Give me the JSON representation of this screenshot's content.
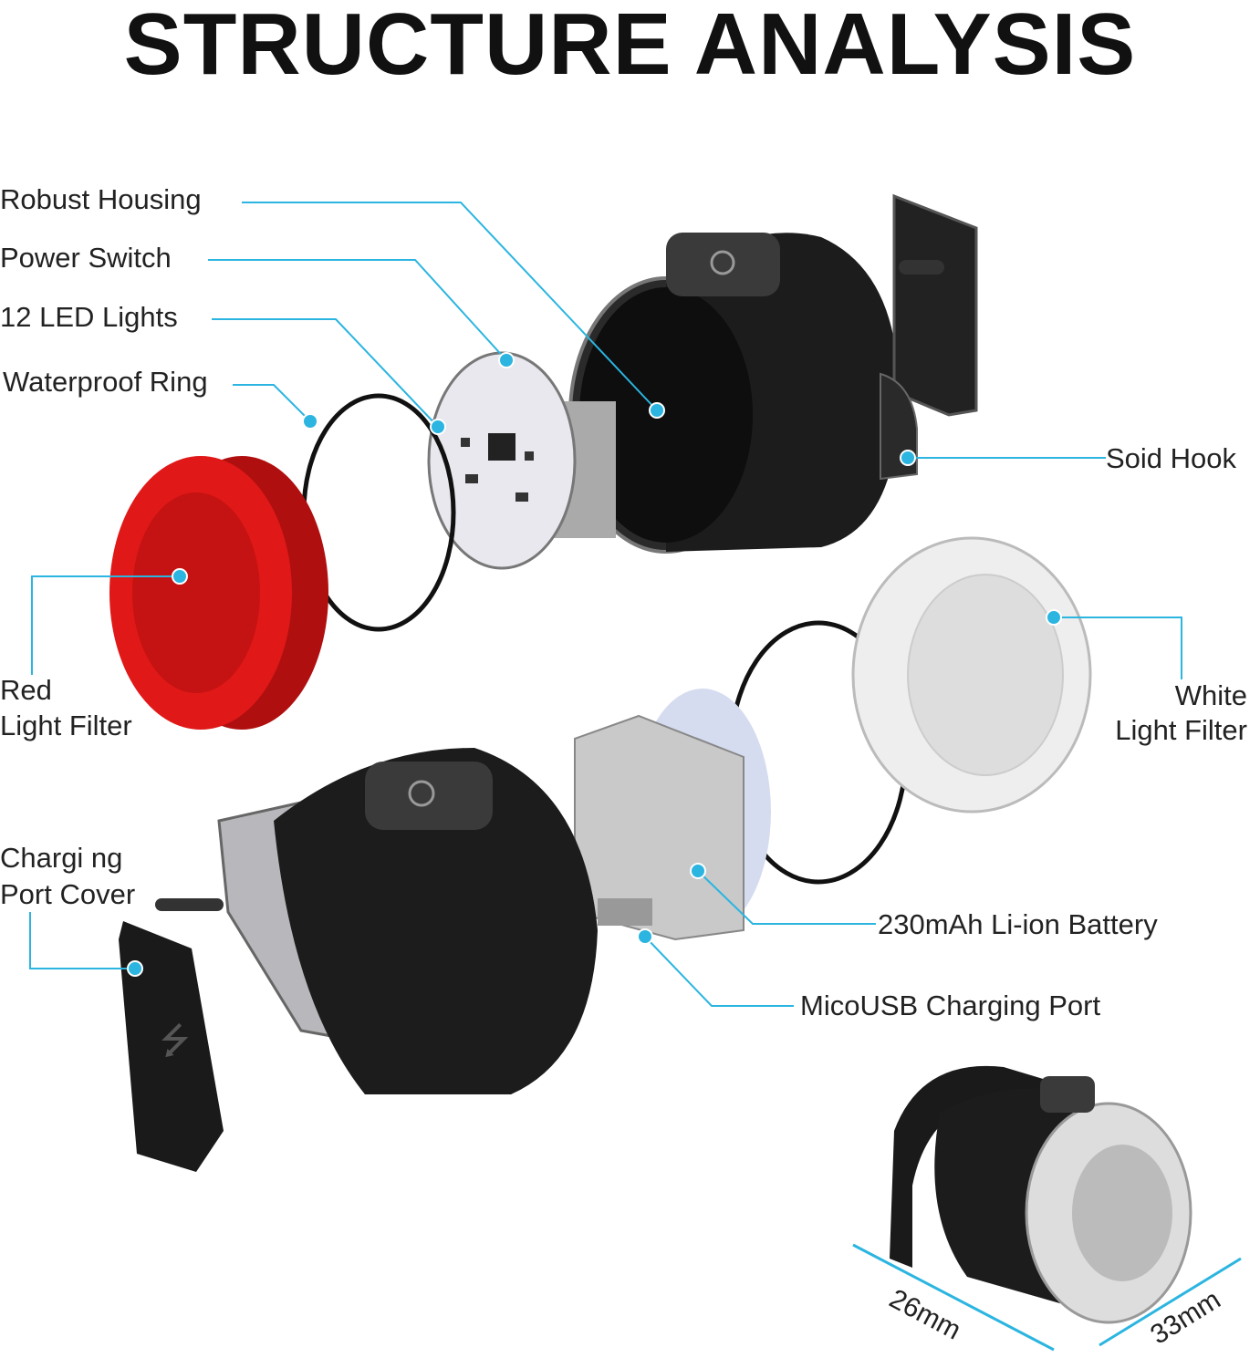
{
  "title": "STRUCTURE ANALYSIS",
  "labels": {
    "robust_housing": "Robust Housing",
    "power_switch": "Power Switch",
    "led_lights": "12 LED Lights",
    "waterproof_ring": "Waterproof Ring",
    "solid_hook": "Soid Hook",
    "red_filter_1": "Red",
    "red_filter_2": "Light Filter",
    "white_filter_1": "White",
    "white_filter_2": "Light Filter",
    "port_cover_1": "Chargi ng",
    "port_cover_2": "Port Cover",
    "battery": "230mAh Li-ion Battery",
    "usb_port": "MicoUSB Charging Port"
  },
  "dimensions": {
    "depth": "26mm",
    "diameter": "33mm"
  },
  "colors": {
    "leader": "#2bb5e0",
    "red_filter": "#e01818",
    "housing": "#1c1c1c"
  }
}
